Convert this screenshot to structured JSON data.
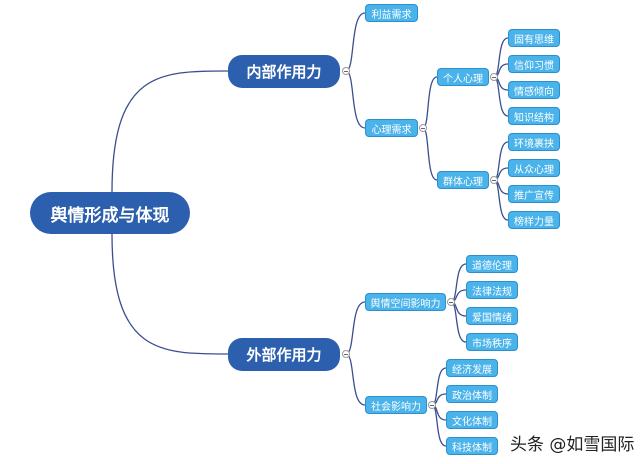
{
  "root": "舆情形成与体现",
  "inner": {
    "label": "内部作用力",
    "interest": "利益需求",
    "psych": {
      "label": "心理需求",
      "personal": {
        "label": "个人心理",
        "items": [
          "固有思维",
          "信仰习惯",
          "情感倾向",
          "知识结构"
        ]
      },
      "group": {
        "label": "群体心理",
        "items": [
          "环境裹挟",
          "从众心理",
          "推广宣传",
          "榜样力量"
        ]
      }
    }
  },
  "outer": {
    "label": "外部作用力",
    "space": {
      "label": "舆情空间影响力",
      "items": [
        "道德伦理",
        "法律法规",
        "爱国情绪",
        "市场秩序"
      ]
    },
    "social": {
      "label": "社会影响力",
      "items": [
        "经济发展",
        "政治体制",
        "文化体制",
        "科技体制"
      ]
    }
  },
  "watermark": "头条 @如雪国际",
  "colors": {
    "main": "#2c5fae",
    "sub": "#4ab3ea",
    "line": "#3b4f8f"
  }
}
